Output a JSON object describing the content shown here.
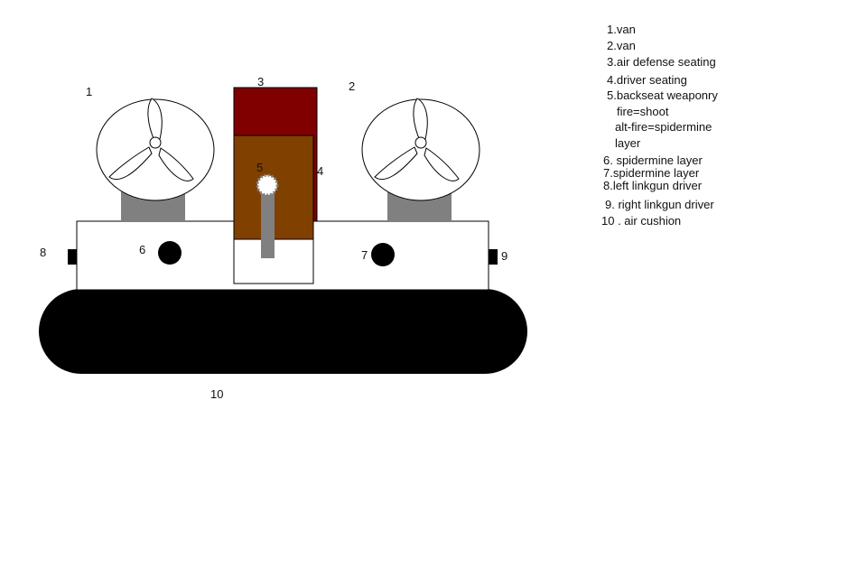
{
  "callouts": {
    "n1": "1",
    "n2": "2",
    "n3": "3",
    "n4": "4",
    "n5": "5",
    "n6": "6",
    "n7": "7",
    "n8": "8",
    "n9": "9",
    "n10": "10"
  },
  "legend": [
    "1.van",
    "2.van",
    "3.air defense seating",
    "4.driver seating",
    "5.backseat weaponry",
    "fire=shoot",
    "alt-fire=spidermine",
    "layer",
    "6. spidermine layer",
    "7.spidermine layer",
    "8.left linkgun driver",
    "9. right linkgun driver",
    "10 . air cushion"
  ],
  "colors": {
    "hull": "#ffffff",
    "outline": "#000000",
    "fan_base": "#808080",
    "air_defense_seat": "#800000",
    "driver_seat": "#804000",
    "turret": "#808080",
    "cushion": "#000000"
  }
}
